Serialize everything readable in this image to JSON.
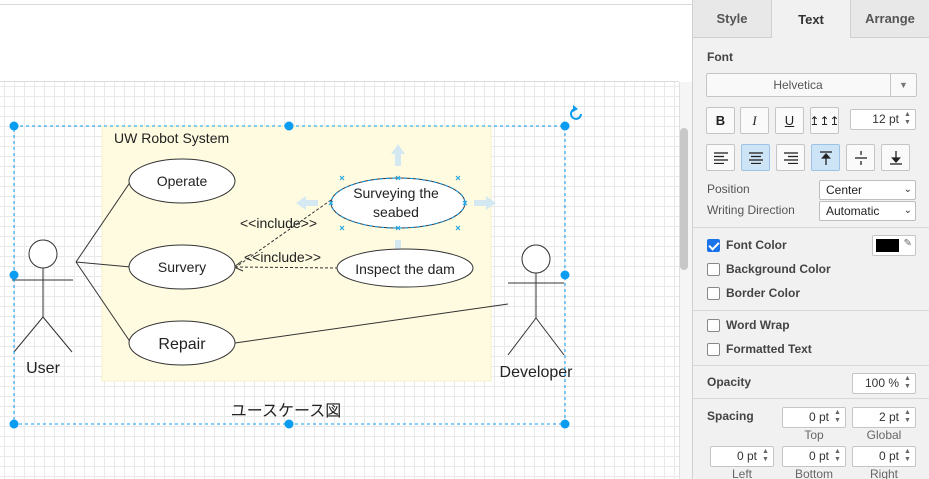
{
  "panel": {
    "tabs": [
      "Style",
      "Text",
      "Arrange"
    ],
    "font_section": "Font",
    "font_family": "Helvetica",
    "bold_label": "B",
    "italic_label": "I",
    "underline_label": "U",
    "vertical_label": "↥↥↥",
    "font_size": "12 pt",
    "position_label": "Position",
    "position_value": "Center",
    "writing_label": "Writing Direction",
    "writing_value": "Automatic",
    "font_color_label": "Font Color",
    "font_color": "#000000",
    "background_color_label": "Background Color",
    "border_color_label": "Border Color",
    "word_wrap_label": "Word Wrap",
    "formatted_text_label": "Formatted Text",
    "opacity_label": "Opacity",
    "opacity_value": "100 %",
    "spacing_label": "Spacing",
    "spacing_top": "0 pt",
    "spacing_global": "2 pt",
    "spacing_left": "0 pt",
    "spacing_bottom": "0 pt",
    "spacing_right": "0 pt",
    "top_label": "Top",
    "global_label": "Global",
    "left_label": "Left",
    "bottom_label": "Bottom",
    "right_label": "Right"
  },
  "diagram": {
    "system_label": "UW Robot System",
    "caption": "ユースケース図",
    "actors": [
      "User",
      "Developer"
    ],
    "use_cases": [
      "Operate",
      "Survery",
      "Repair",
      "Surveying the",
      "seabed",
      "Inspect the dam"
    ],
    "include_1": "<<include>>",
    "include_2": "<<include>>"
  },
  "colors": {
    "accent": "#1a8cff",
    "system_fill": "#fffbe0",
    "handle_blue": "#0a9cf0"
  }
}
